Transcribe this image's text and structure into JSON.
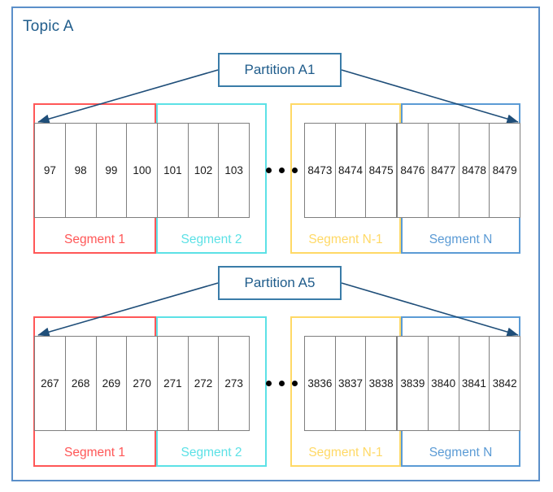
{
  "topic": {
    "title": "Topic A",
    "frame_color": "#5b8fc9",
    "title_color": "#1f5c8b"
  },
  "colors": {
    "segment_1": "#ff5757",
    "segment_2": "#5ce1e6",
    "segment_n_minus_1": "#ffd966",
    "segment_n": "#5b9bd5",
    "arrow": "#1f4e79",
    "partition_border": "#3a7ca8",
    "partition_text": "#1f5c8b",
    "cell_border": "#7f7f7f",
    "cell_text": "#1a1a1a"
  },
  "rows": [
    {
      "partition_label": "Partition A1",
      "segments": [
        {
          "label": "Segment 1",
          "color": "#ff5757",
          "cells": [
            "97",
            "98",
            "99",
            "100"
          ]
        },
        {
          "label": "Segment 2",
          "color": "#5ce1e6",
          "cells": [
            "101",
            "102",
            "103"
          ]
        },
        {
          "label": "Segment N-1",
          "color": "#ffd966",
          "cells": [
            "8473",
            "8474",
            "8475"
          ]
        },
        {
          "label": "Segment N",
          "color": "#5b9bd5",
          "cells": [
            "8476",
            "8477",
            "8478",
            "8479"
          ]
        }
      ]
    },
    {
      "partition_label": "Partition A5",
      "segments": [
        {
          "label": "Segment 1",
          "color": "#ff5757",
          "cells": [
            "267",
            "268",
            "269",
            "270"
          ]
        },
        {
          "label": "Segment 2",
          "color": "#5ce1e6",
          "cells": [
            "271",
            "272",
            "273"
          ]
        },
        {
          "label": "Segment N-1",
          "color": "#ffd966",
          "cells": [
            "3836",
            "3837",
            "3838"
          ]
        },
        {
          "label": "Segment N",
          "color": "#5b9bd5",
          "cells": [
            "3839",
            "3840",
            "3841",
            "3842"
          ]
        }
      ]
    }
  ],
  "ellipsis": {
    "dots": 3,
    "color": "#000000"
  }
}
